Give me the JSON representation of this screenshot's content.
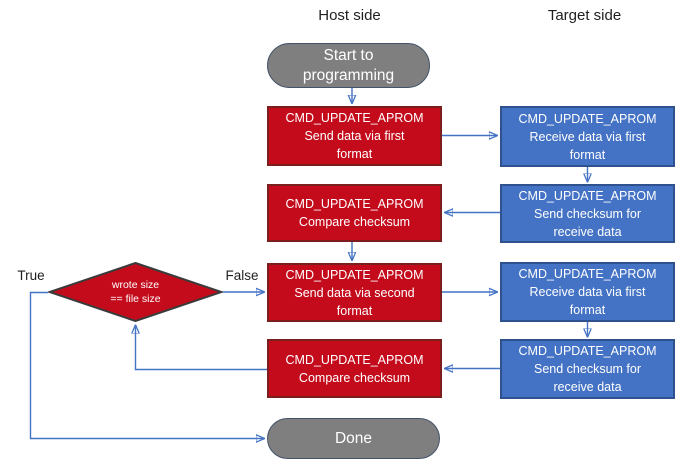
{
  "diagram": {
    "headers": {
      "host": "Host side",
      "target": "Target side"
    },
    "branch_labels": {
      "true_label": "True",
      "false_label": "False"
    },
    "nodes": {
      "start": {
        "type": "terminal",
        "label": "Start to\nprogramming"
      },
      "send_first": {
        "type": "host-process",
        "label": "CMD_UPDATE_APROM\nSend data via first\nformat"
      },
      "receive_first_1": {
        "type": "target-process",
        "label": "CMD_UPDATE_APROM\nReceive data via first\nformat"
      },
      "compare_checksum_1": {
        "type": "host-process",
        "label": "CMD_UPDATE_APROM\nCompare checksum"
      },
      "send_checksum_1": {
        "type": "target-process",
        "label": "CMD_UPDATE_APROM\nSend checksum for\nreceive data"
      },
      "decision": {
        "type": "decision",
        "label": "wrote size\n== file size"
      },
      "send_second": {
        "type": "host-process",
        "label": "CMD_UPDATE_APROM\nSend data via second\nformat"
      },
      "receive_first_2": {
        "type": "target-process",
        "label": "CMD_UPDATE_APROM\nReceive data via first\nformat"
      },
      "compare_checksum_2": {
        "type": "host-process",
        "label": "CMD_UPDATE_APROM\nCompare checksum"
      },
      "send_checksum_2": {
        "type": "target-process",
        "label": "CMD_UPDATE_APROM\nSend checksum for\nreceive data"
      },
      "done": {
        "type": "terminal",
        "label": "Done"
      }
    },
    "colors": {
      "red_fill": "#c30b1c",
      "red_border": "#7a1e1e",
      "blue_fill": "#4472c4",
      "blue_border": "#2f528f",
      "gray_fill": "#7f7f7f",
      "gray_border": "#44546a",
      "diamond_fill": "#c30b1c",
      "diamond_border": "#3b3b3b",
      "arrow_color": "#4472c4",
      "text_light": "#ffffff",
      "text_dark": "#1f1f1f"
    }
  }
}
